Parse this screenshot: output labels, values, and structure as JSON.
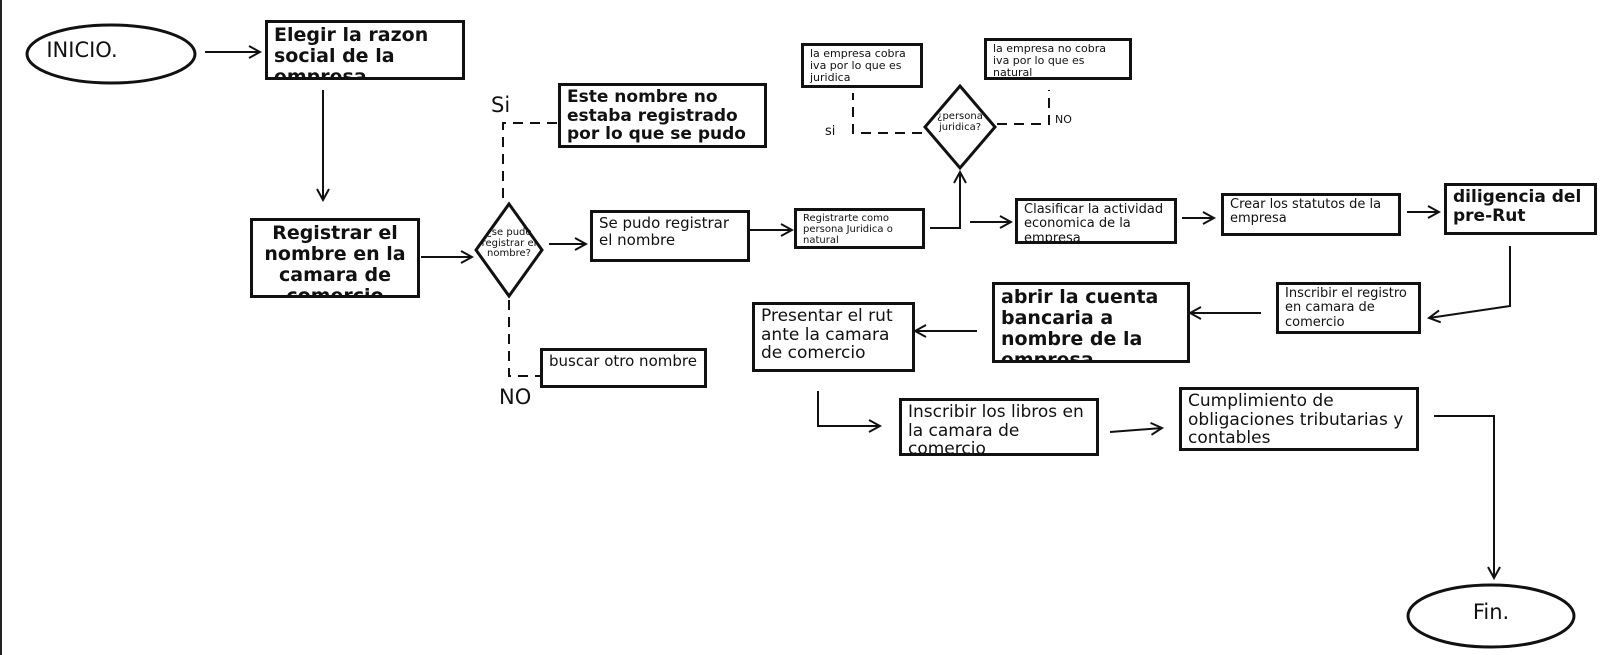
{
  "start": {
    "label": "INICIO."
  },
  "end": {
    "label": "Fin."
  },
  "steps": {
    "elegir": "Elegir la razon social de la empresa",
    "registrar_nombre": "Registrar el nombre en la camara de comercio",
    "no_registrado": "Este nombre no estaba registrado por lo que se pudo utilizar",
    "buscar_otro": "buscar otro nombre",
    "se_pudo": "Se pudo registrar el nombre",
    "registrarte": "Registrarte como persona Juridica o natural",
    "cobra_iva": "la empresa cobra iva por lo que es juridica",
    "no_cobra_iva": "la empresa no cobra iva por lo que es natural",
    "clasificar": "Clasificar la actividad economica de la empresa",
    "estatutos": "Crear los statutos de la empresa",
    "pre_rut": "diligencia del pre-Rut",
    "inscribir_registro": "Inscribir el registro en camara de comercio",
    "cuenta": "abrir la cuenta bancaria a nombre de la empresa",
    "presentar_rut": "Presentar el rut ante la camara de comercio",
    "libros": "Inscribir los libros en la camara de comercio",
    "cumplimiento": "Cumplimiento de obligaciones tributarias y contables"
  },
  "decisions": {
    "nombre": "¿se pudo registrar el nombre?",
    "persona": "¿persona juridica?"
  },
  "branches": {
    "si_nombre": "Si",
    "no_nombre": "NO",
    "si_persona": "si",
    "no_persona": "NO"
  }
}
